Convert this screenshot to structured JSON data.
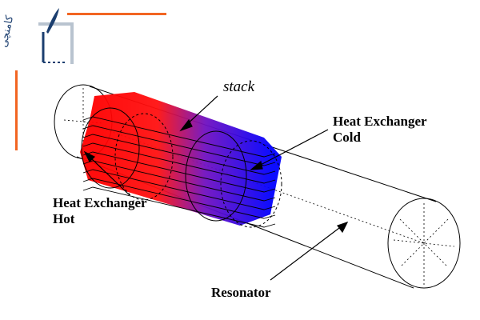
{
  "logo": {
    "text": "کامنچی",
    "colors": {
      "accent": "#f26522",
      "ink": "#1b3e6f",
      "frame": "#b8c3cf"
    }
  },
  "labels": {
    "stack": "stack",
    "hx_cold_line1": "Heat Exchanger",
    "hx_cold_line2": "Cold",
    "hx_hot_line1": "Heat Exchanger",
    "hx_hot_line2": "Hot",
    "resonator": "Resonator"
  },
  "colors": {
    "hot": "#ff0000",
    "cold": "#0000ff",
    "outline": "#000000"
  }
}
